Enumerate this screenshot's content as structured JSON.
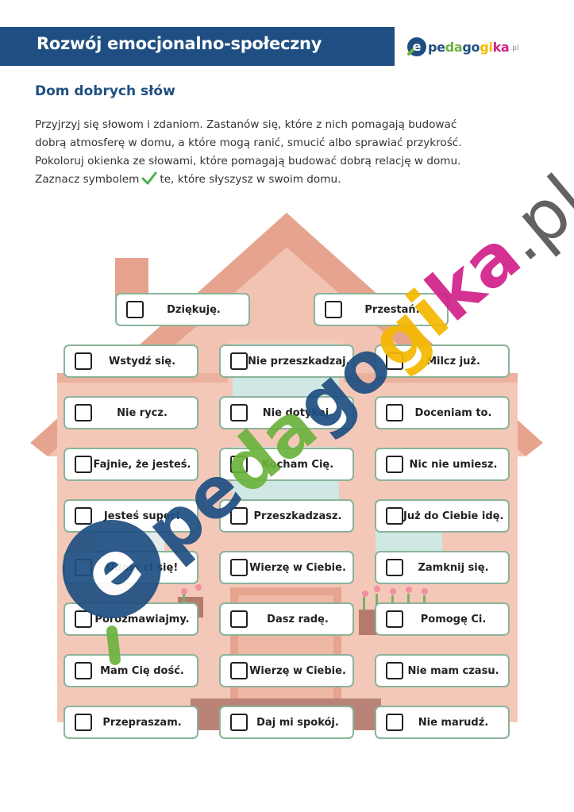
{
  "header": {
    "title": "Rozwój emocjonalno-społeczny",
    "logo_e": "e",
    "logo_parts": [
      {
        "text": "pe",
        "color": "#1f4f82"
      },
      {
        "text": "da",
        "color": "#6cb33e"
      },
      {
        "text": "go",
        "color": "#1f4f82"
      },
      {
        "text": "gi",
        "color": "#f5b800"
      },
      {
        "text": "ka",
        "color": "#d1208a"
      }
    ],
    "logo_suffix": ".pl"
  },
  "subtitle": "Dom dobrych słów",
  "instructions": {
    "line1": "Przyjrzyj się słowom i zdaniom. Zastanów się, które z nich pomagają budować",
    "line2": "dobrą atmosferę w domu, a które mogą ranić, smucić albo sprawiać przykrość.",
    "line3": "Pokoloruj okienka ze słowami, które pomagają budować dobrą relację w domu.",
    "line4_before": "Zaznacz symbolem",
    "line4_after": "te, które słyszysz w swoim domu."
  },
  "cards": {
    "top": [
      "Dziękuję.",
      "Przestań."
    ],
    "rows": [
      [
        "Wstydź się.",
        "Nie przeszkadzaj.",
        "Milcz już."
      ],
      [
        "Nie rycz.",
        "Nie dotykaj.",
        "Doceniam to."
      ],
      [
        "Fajnie, że jesteś.",
        "Kocham Cię.",
        "Nic nie umiesz."
      ],
      [
        "Jesteś super!",
        "Przeszkadzasz.",
        "Już do Ciebie idę."
      ],
      [
        "Udało ci się!",
        "Wierzę w Ciebie.",
        "Zamknij się."
      ],
      [
        "Porozmawiajmy.",
        "Dasz radę.",
        "Pomogę Ci."
      ],
      [
        "Mam Cię dość.",
        "Wierzę w Ciebie.",
        "Nie mam czasu."
      ],
      [
        "Przepraszam.",
        "Daj mi spokój.",
        "Nie marudź."
      ]
    ]
  },
  "watermark": {
    "parts": [
      {
        "text": "pe",
        "color": "#1f4f82"
      },
      {
        "text": "da",
        "color": "#6cb33e"
      },
      {
        "text": "go",
        "color": "#1f4f82"
      },
      {
        "text": "gi",
        "color": "#f5b800"
      },
      {
        "text": "ka",
        "color": "#d1208a"
      },
      {
        "text": ".pl",
        "color": "#555555"
      }
    ]
  },
  "colors": {
    "banner": "#1f4f82",
    "card_border": "#8bb39a",
    "check": "#4caf50",
    "roof": "#e8a08a",
    "wall": "#f4c5b5"
  }
}
